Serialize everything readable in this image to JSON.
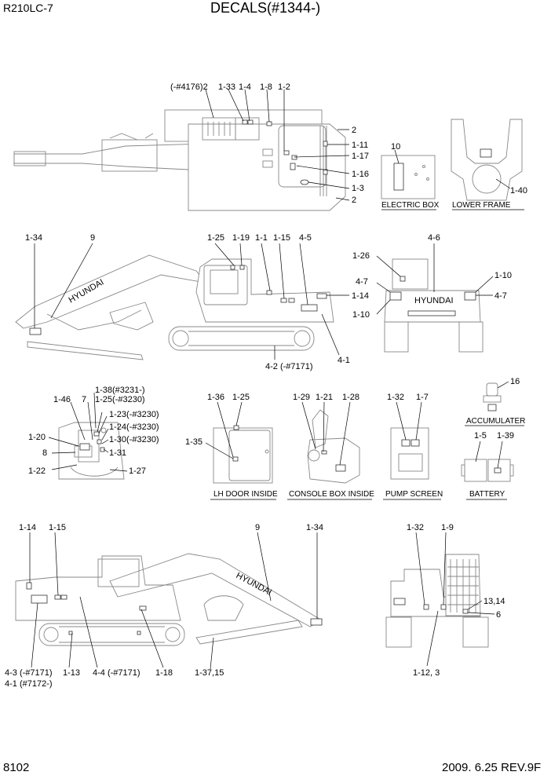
{
  "header": {
    "model": "R210LC-7",
    "title": "DECALS(#1344-)"
  },
  "footer": {
    "page_number": "8102",
    "revision": "2009. 6.25  REV.9F"
  },
  "captions": {
    "electric_box": "ELECTRIC BOX",
    "lower_frame": "LOWER FRAME",
    "accumulater": "ACCUMULATER",
    "lh_door_inside": "LH DOOR INSIDE",
    "console_box_inside": "CONSOLE BOX INSIDE",
    "pump_screen": "PUMP SCREEN",
    "battery": "BATTERY"
  },
  "brand_lettering": "HYUNDAI",
  "callouts": {
    "top_view": [
      "(-#4176)2",
      "1-33",
      "1-4",
      "1-8",
      "1-2",
      "2",
      "1-11",
      "1-17",
      "1-16",
      "1-3",
      "2"
    ],
    "electric_box": [
      "10"
    ],
    "lower_frame": [
      "1-40"
    ],
    "left_side_view": [
      "1-34",
      "9",
      "1-25",
      "1-19",
      "1-1",
      "1-15",
      "4-5",
      "1-14",
      "4-2 (-#7171)",
      "4-1"
    ],
    "rear_view": [
      "1-26",
      "4-6",
      "4-7",
      "1-10",
      "1-10",
      "4-7"
    ],
    "cab_interior": [
      "1-46",
      "7",
      "1-38(#3231-)",
      "1-25(-#3230)",
      "1-23(-#3230)",
      "1-24(-#3230)",
      "1-30(-#3230)",
      "1-31",
      "1-20",
      "8",
      "1-22",
      "1-27"
    ],
    "lh_door": [
      "1-36",
      "1-25",
      "1-35"
    ],
    "console_box": [
      "1-29",
      "1-21",
      "1-28"
    ],
    "pump_screen": [
      "1-32",
      "1-7"
    ],
    "accumulater": [
      "16"
    ],
    "battery": [
      "1-5",
      "1-39"
    ],
    "right_side_view": [
      "1-14",
      "1-15",
      "9",
      "1-34",
      "4-3 (-#7171)",
      "4-1 (#7172-)",
      "1-13",
      "4-4 (-#7171)",
      "1-18",
      "1-37,15"
    ],
    "rear_open_view": [
      "1-32",
      "1-9",
      "13,14",
      "6",
      "1-12, 3"
    ]
  }
}
